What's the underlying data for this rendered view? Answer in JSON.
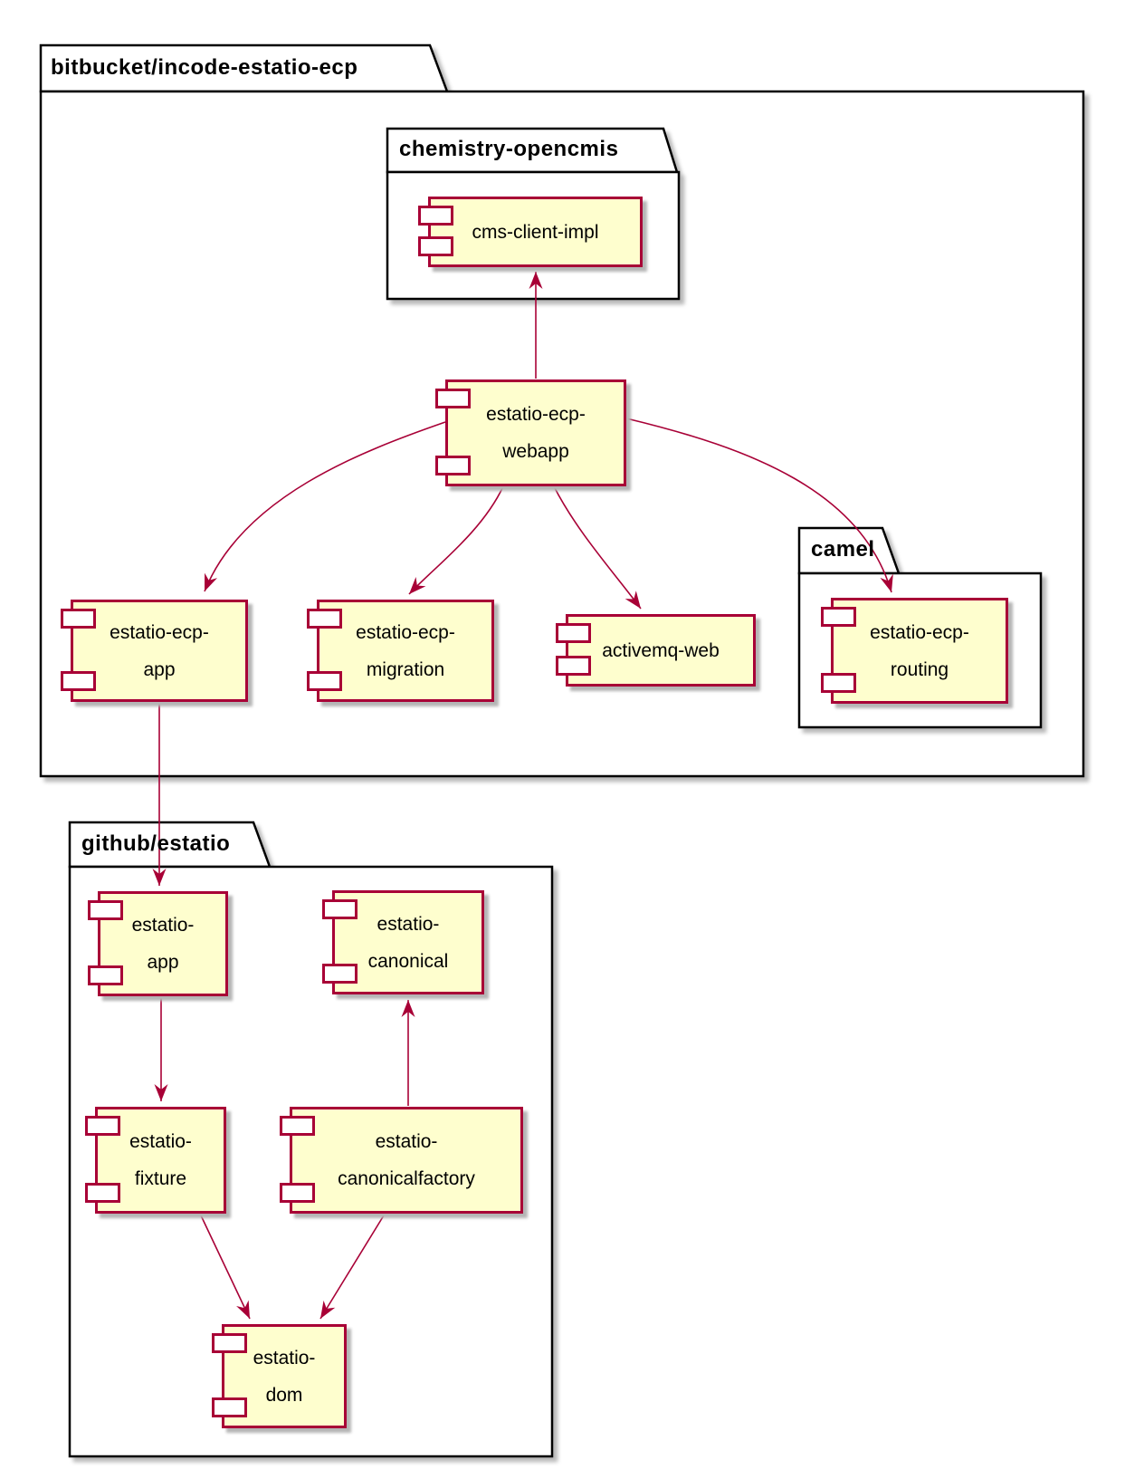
{
  "colors": {
    "component_fill": "#FEFECE",
    "component_border": "#A80036",
    "arrow": "#A80036",
    "package_border": "#000000",
    "package_fill": "#FFFFFF",
    "text": "#000000"
  },
  "packages": {
    "bitbucket": {
      "title": "bitbucket/incode-estatio-ecp"
    },
    "chemistry_opencmis": {
      "title": "chemistry-opencmis",
      "parent": "bitbucket/incode-estatio-ecp"
    },
    "camel": {
      "title": "camel",
      "parent": "bitbucket/incode-estatio-ecp"
    },
    "github_estatio": {
      "title": "github/estatio"
    }
  },
  "components": {
    "cms_client_impl": {
      "label": "cms-client-impl",
      "lines": [
        "cms-client-impl"
      ],
      "package": "chemistry-opencmis"
    },
    "estatio_ecp_webapp": {
      "label": "estatio-ecp-webapp",
      "lines": [
        "estatio-ecp-",
        "webapp"
      ],
      "package": "bitbucket/incode-estatio-ecp"
    },
    "estatio_ecp_app": {
      "label": "estatio-ecp-app",
      "lines": [
        "estatio-ecp-",
        "app"
      ],
      "package": "bitbucket/incode-estatio-ecp"
    },
    "estatio_ecp_migration": {
      "label": "estatio-ecp-migration",
      "lines": [
        "estatio-ecp-",
        "migration"
      ],
      "package": "bitbucket/incode-estatio-ecp"
    },
    "activemq_web": {
      "label": "activemq-web",
      "lines": [
        "activemq-web"
      ],
      "package": "bitbucket/incode-estatio-ecp"
    },
    "estatio_ecp_routing": {
      "label": "estatio-ecp-routing",
      "lines": [
        "estatio-ecp-",
        "routing"
      ],
      "package": "camel"
    },
    "estatio_app": {
      "label": "estatio-app",
      "lines": [
        "estatio-",
        "app"
      ],
      "package": "github/estatio"
    },
    "estatio_canonical": {
      "label": "estatio-canonical",
      "lines": [
        "estatio-",
        "canonical"
      ],
      "package": "github/estatio"
    },
    "estatio_fixture": {
      "label": "estatio-fixture",
      "lines": [
        "estatio-",
        "fixture"
      ],
      "package": "github/estatio"
    },
    "estatio_canonicalfactory": {
      "label": "estatio-canonicalfactory",
      "lines": [
        "estatio-",
        "canonicalfactory"
      ],
      "package": "github/estatio"
    },
    "estatio_dom": {
      "label": "estatio-dom",
      "lines": [
        "estatio-",
        "dom"
      ],
      "package": "github/estatio"
    }
  },
  "edges": [
    {
      "from": "estatio-ecp-webapp",
      "to": "cms-client-impl"
    },
    {
      "from": "estatio-ecp-webapp",
      "to": "estatio-ecp-app"
    },
    {
      "from": "estatio-ecp-webapp",
      "to": "estatio-ecp-migration"
    },
    {
      "from": "estatio-ecp-webapp",
      "to": "activemq-web"
    },
    {
      "from": "estatio-ecp-webapp",
      "to": "estatio-ecp-routing"
    },
    {
      "from": "estatio-ecp-app",
      "to": "estatio-app"
    },
    {
      "from": "estatio-app",
      "to": "estatio-fixture"
    },
    {
      "from": "estatio-fixture",
      "to": "estatio-dom"
    },
    {
      "from": "estatio-canonicalfactory",
      "to": "estatio-dom"
    },
    {
      "from": "estatio-canonicalfactory",
      "to": "estatio-canonical"
    }
  ]
}
